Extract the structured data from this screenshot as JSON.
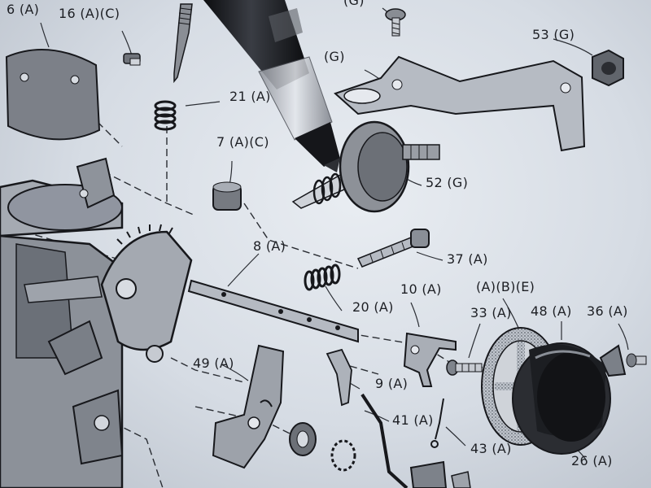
{
  "labels": {
    "l6a": "6 (A)",
    "l16ac": "16 (A)(C)",
    "lg_top": "(G)",
    "lg": "(G)",
    "l53g": "53 (G)",
    "l21a": "21 (A)",
    "l7ac": "7 (A)(C)",
    "l52g": "52 (G)",
    "l8a": "8 (A)",
    "l37a": "37 (A)",
    "l10a": "10 (A)",
    "labe": "(A)(B)(E)",
    "l20a": "20 (A)",
    "l33a": "33 (A)",
    "l48a": "48 (A)",
    "l36a": "36 (A)",
    "l49a": "49 (A)",
    "l9a": "9 (A)",
    "l41a": "41 (A)",
    "l43a": "43 (A)",
    "l26a": "26 (A)"
  }
}
